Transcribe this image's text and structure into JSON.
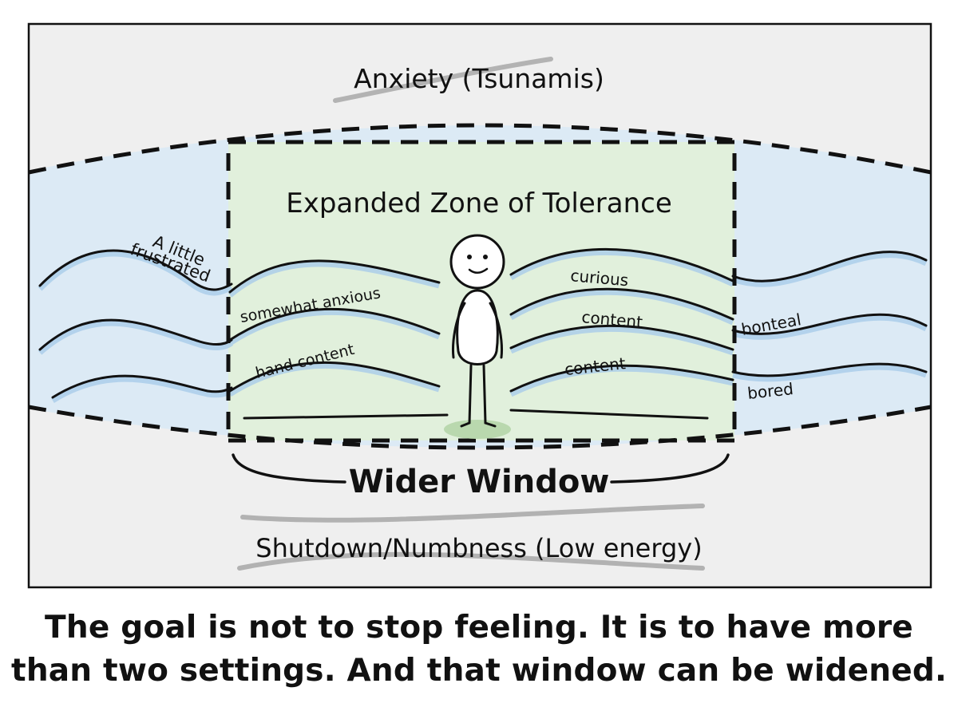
{
  "panel": {
    "top_label": "Anxiety (Tsunamis)",
    "bottom_label": "Shutdown/Numbness (Low energy)",
    "zone_title": "Expanded Zone of Tolerance",
    "window_label": "Wider Window"
  },
  "wave_labels": {
    "little_frustrated_line1": "A little",
    "little_frustrated_line2": "frustrated",
    "somewhat_anxious": "somewhat anxious",
    "hand_content": "hand content",
    "curious": "curious",
    "content_upper": "content",
    "content_lower": "content",
    "bonteal": "bonteal",
    "bored": "bored"
  },
  "caption": {
    "line1": "The goal is not to stop feeling. It is to have more",
    "line2": "than two settings. And that window can be widened."
  },
  "colors": {
    "panel_bg": "#efefef",
    "band_blue": "#dceaf5",
    "zone_green": "#e1f0dc",
    "ink": "#111111",
    "wave_highlight": "#a9cdea"
  }
}
